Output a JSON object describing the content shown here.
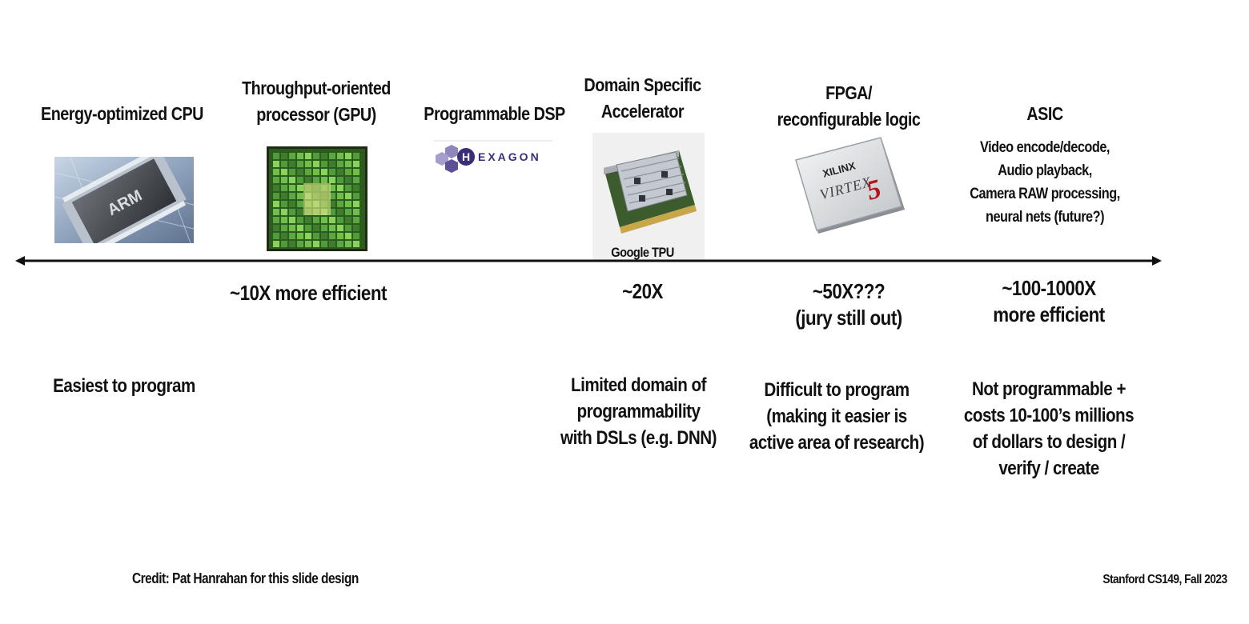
{
  "categories": [
    {
      "id": "cpu",
      "title": "Energy-optimized CPU",
      "image": "arm-chip",
      "efficiency": "",
      "programmability": "Easiest to program"
    },
    {
      "id": "gpu",
      "title": "Throughput-oriented processor (GPU)",
      "image": "gpu-die",
      "efficiency": "~10X more efficient",
      "programmability": ""
    },
    {
      "id": "dsp",
      "title": "Programmable DSP",
      "image": "hexagon-logo",
      "efficiency": "",
      "programmability": ""
    },
    {
      "id": "dsa",
      "title": "Domain Specific Accelerator",
      "image": "google-tpu-board",
      "efficiency": "~20X",
      "programmability": "Limited domain of programmability with DSLs (e.g. DNN)"
    },
    {
      "id": "fpga",
      "title": "FPGA/ reconfigurable logic",
      "image": "xilinx-virtex5-chip",
      "efficiency": "~50X??? (jury still out)",
      "programmability": "Difficult to program (making it easier is active area of research)"
    },
    {
      "id": "asic",
      "title": "ASIC",
      "image": "",
      "efficiency": "~100-1000X more efficient",
      "programmability": "Not programmable + costs 10-100’s millions of dollars to design / verify / create"
    }
  ],
  "labels": {
    "cpu_title": "Energy-optimized CPU",
    "gpu_title_1": "Throughput-oriented",
    "gpu_title_2": "processor (GPU)",
    "dsp_title": "Programmable DSP",
    "dsa_title_1": "Domain Specific",
    "dsa_title_2": "Accelerator",
    "fpga_title_1": "FPGA/",
    "fpga_title_2": "reconfigurable logic",
    "asic_title": "ASIC",
    "asic_uses": [
      "Video encode/decode,",
      "Audio playback,",
      "Camera RAW processing,",
      "neural nets (future?)"
    ],
    "arm_logo": "ARM",
    "hexagon_logo": "EXAGON",
    "hexagon_h": "H",
    "tpu_caption": "Google TPU",
    "xilinx_logo": "XILINX",
    "virtex_logo": "VIRTEX"
  },
  "efficiency": {
    "gpu": "~10X more efficient",
    "dsa": "~20X",
    "fpga_1": "~50X???",
    "fpga_2": "(jury still out)",
    "asic_1": "~100-1000X",
    "asic_2": "more efficient"
  },
  "programmability": {
    "cpu": "Easiest to program",
    "dsa": [
      "Limited domain of",
      "programmability",
      "with DSLs (e.g. DNN)"
    ],
    "fpga": [
      "Difficult to program",
      "(making it easier is",
      "active area of research)"
    ],
    "asic": [
      "Not programmable +",
      "costs 10-100’s millions",
      "of dollars to design /",
      "verify / create"
    ]
  },
  "footer": {
    "credit": "Credit: Pat Hanrahan for this slide design",
    "course": "Stanford CS149, Fall 2023"
  },
  "colors": {
    "text": "#111111",
    "arrow": "#111111",
    "hexagon_purple": "#6b5a9e",
    "gpu_green": "#3fa34d"
  }
}
